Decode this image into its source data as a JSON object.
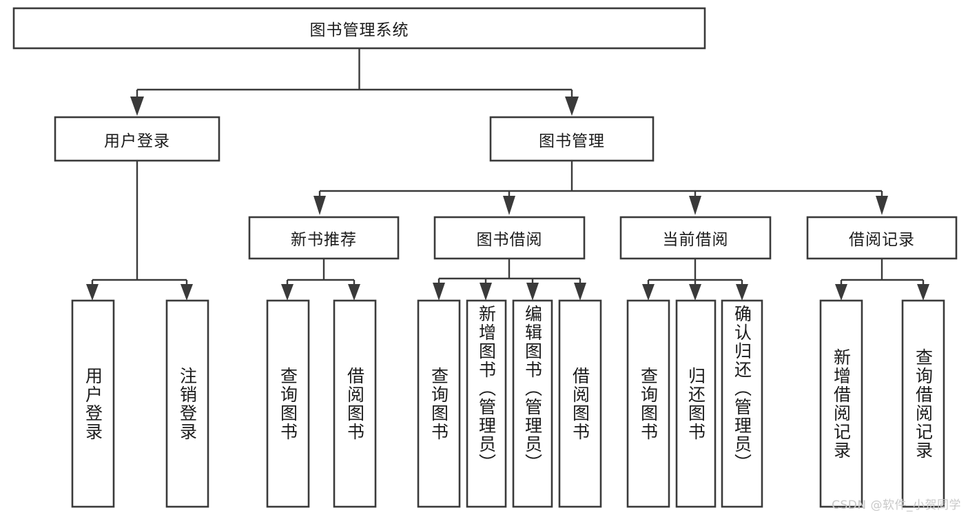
{
  "diagram": {
    "type": "tree-hierarchy",
    "title": "图书管理系统",
    "watermark": "CSDN @软件_小贺同学",
    "colors": {
      "box_stroke": "#3a3a3a",
      "box_fill": "#ffffff",
      "connector": "#3a3a3a",
      "text": "#1b1b1b",
      "watermark": "#c9c9c9",
      "background": "#ffffff"
    },
    "root": {
      "label": "图书管理系统"
    },
    "level2": [
      {
        "label": "用户登录"
      },
      {
        "label": "图书管理"
      }
    ],
    "level3": [
      {
        "label": "新书推荐"
      },
      {
        "label": "图书借阅"
      },
      {
        "label": "当前借阅"
      },
      {
        "label": "借阅记录"
      }
    ],
    "leaves": {
      "user_login": [
        {
          "label": "用户登录"
        },
        {
          "label": "注销登录"
        }
      ],
      "new_book": [
        {
          "label": "查询图书"
        },
        {
          "label": "借阅图书"
        }
      ],
      "book_borrow": [
        {
          "label": "查询图书"
        },
        {
          "label": "新增图书（管理员）"
        },
        {
          "label": "编辑图书（管理员）"
        },
        {
          "label": "借阅图书"
        }
      ],
      "current_borrow": [
        {
          "label": "查询图书"
        },
        {
          "label": "归还图书"
        },
        {
          "label": "确认归还（管理员）"
        }
      ],
      "borrow_record": [
        {
          "label": "新增借阅记录"
        },
        {
          "label": "查询借阅记录"
        }
      ]
    }
  }
}
